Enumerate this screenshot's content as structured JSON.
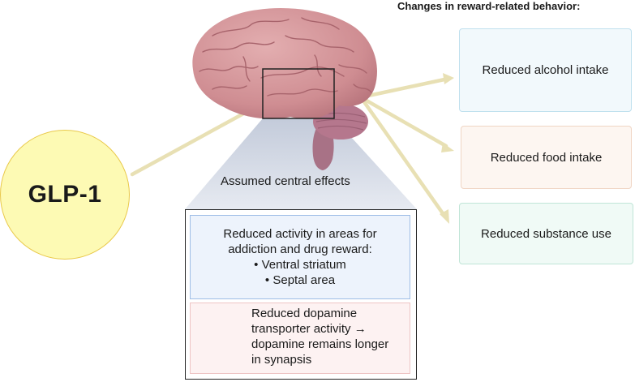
{
  "heading": "Changes in reward-related behavior:",
  "hormone": "GLP-1",
  "central_label": "Assumed central effects",
  "outcomes": [
    "Reduced alcohol intake",
    "Reduced food intake",
    "Reduced substance use"
  ],
  "activity_panel": {
    "lines": [
      "Reduced activity in areas for",
      "addiction and drug reward:",
      "• Ventral striatum",
      "• Septal area"
    ]
  },
  "dopamine_panel": {
    "lines": [
      "Reduced dopamine",
      "transporter activity →",
      "dopamine remains longer",
      "in synapsis"
    ]
  },
  "colors": {
    "arrow": "#e8e0b4",
    "brain": "#cf8d92",
    "cerebellum": "#b5778d",
    "funnel": "#cfd5e2",
    "glp1_fill": "#fdfab4",
    "glp1_border": "#e9c94b"
  }
}
